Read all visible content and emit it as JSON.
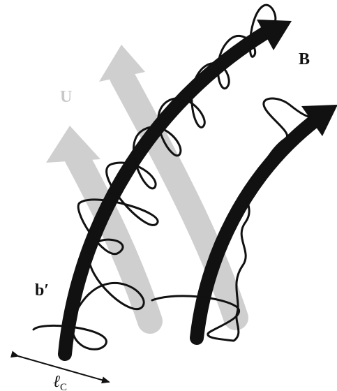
{
  "labels": {
    "flow": "U",
    "field": "B",
    "perturbation": "b′",
    "correlation_length": "ℓ",
    "correlation_length_sub": "C"
  },
  "colors": {
    "field_line": "#111111",
    "flow_arrow": "#cfcfcf",
    "wave": "#111111",
    "background": "#ffffff"
  }
}
